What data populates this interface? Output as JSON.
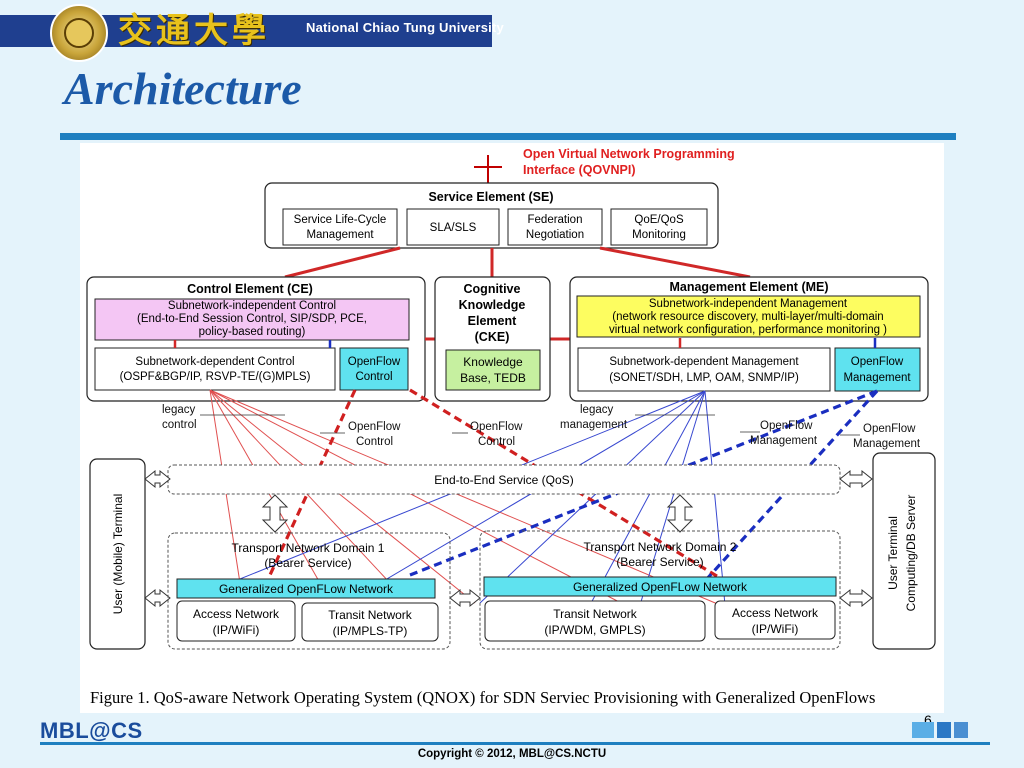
{
  "header": {
    "chinese_name": "交通大學",
    "university_name": "National Chiao Tung University"
  },
  "slide": {
    "title": "Architecture",
    "page_number": "6"
  },
  "diagram": {
    "api_label_line1": "Open Virtual Network Programming",
    "api_label_line2": "Interface (QOVNPI)",
    "service_element": {
      "title": "Service Element (SE)",
      "boxes": [
        {
          "line1": "Service Life-Cycle",
          "line2": "Management"
        },
        {
          "line1": "SLA/SLS",
          "line2": ""
        },
        {
          "line1": "Federation",
          "line2": "Negotiation"
        },
        {
          "line1": "QoE/QoS",
          "line2": "Monitoring"
        }
      ]
    },
    "control_element": {
      "title": "Control Element (CE)",
      "independent": {
        "line1": "Subnetwork-independent Control",
        "line2": "(End-to-End Session Control, SIP/SDP, PCE,",
        "line3": "policy-based routing)"
      },
      "dependent": {
        "line1": "Subnetwork-dependent Control",
        "line2": "(OSPF&BGP/IP, RSVP-TE/(G)MPLS)"
      },
      "openflow": {
        "line1": "OpenFlow",
        "line2": "Control"
      }
    },
    "cognitive_element": {
      "line1": "Cognitive",
      "line2": "Knowledge",
      "line3": "Element",
      "line4": "(CKE)",
      "kb_line1": "Knowledge",
      "kb_line2": "Base, TEDB"
    },
    "management_element": {
      "title": "Management Element (ME)",
      "independent": {
        "line1": "Subnetwork-independent Management",
        "line2": "(network resource discovery, multi-layer/multi-domain",
        "line3": "virtual network configuration, performance monitoring )"
      },
      "dependent": {
        "line1": "Subnetwork-dependent Management",
        "line2": "(SONET/SDH, LMP, OAM, SNMP/IP)"
      },
      "openflow": {
        "line1": "OpenFlow",
        "line2": "Management"
      }
    },
    "labels": {
      "legacy_control_1": "legacy",
      "legacy_control_2": "control",
      "openflow_control_a1": "OpenFlow",
      "openflow_control_a2": "Control",
      "openflow_control_b1": "OpenFlow",
      "openflow_control_b2": "Control",
      "legacy_mgmt_1": "legacy",
      "legacy_mgmt_2": "management",
      "openflow_mgmt_a1": "OpenFlow",
      "openflow_mgmt_a2": "Management",
      "openflow_mgmt_b1": "OpenFlow",
      "openflow_mgmt_b2": "Management"
    },
    "end_to_end": "End-to-End Service (QoS)",
    "user_terminal_left": "User (Mobile) Terminal",
    "user_terminal_right_line1": "User Terminal",
    "user_terminal_right_line2": "Computing/DB Server",
    "domain1": {
      "line1": "Transport Network Domain 1",
      "line2": "(Bearer Service)",
      "openflow_net": "Generalized OpenFLow Network",
      "access_line1": "Access Network",
      "access_line2": "(IP/WiFi)",
      "transit_line1": "Transit Network",
      "transit_line2": "(IP/MPLS-TP)"
    },
    "domain2": {
      "line1": "Transport Network Domain 2",
      "line2": "(Bearer Service)",
      "openflow_net": "Generalized OpenFLow Network",
      "transit_line1": "Transit Network",
      "transit_line2": "(IP/WDM, GMPLS)",
      "access_line1": "Access Network",
      "access_line2": "(IP/WiFi)"
    }
  },
  "caption": "Figure 1.    QoS-aware Network Operating System (QNOX) for SDN Serviec Provisioning with Generalized OpenFlows",
  "footer": {
    "logo": "MBL@CS",
    "copyright": "Copyright © 2012, MBL@CS.NCTU"
  },
  "colors": {
    "title_blue": "#1c5aa8",
    "control_pink": "#f4c6f4",
    "management_yellow": "#fdfd60",
    "openflow_cyan": "#5fe2ef",
    "knowledge_green": "#c6f0a0",
    "legacy_red": "#e03030",
    "openflow_blue": "#2030c8"
  }
}
